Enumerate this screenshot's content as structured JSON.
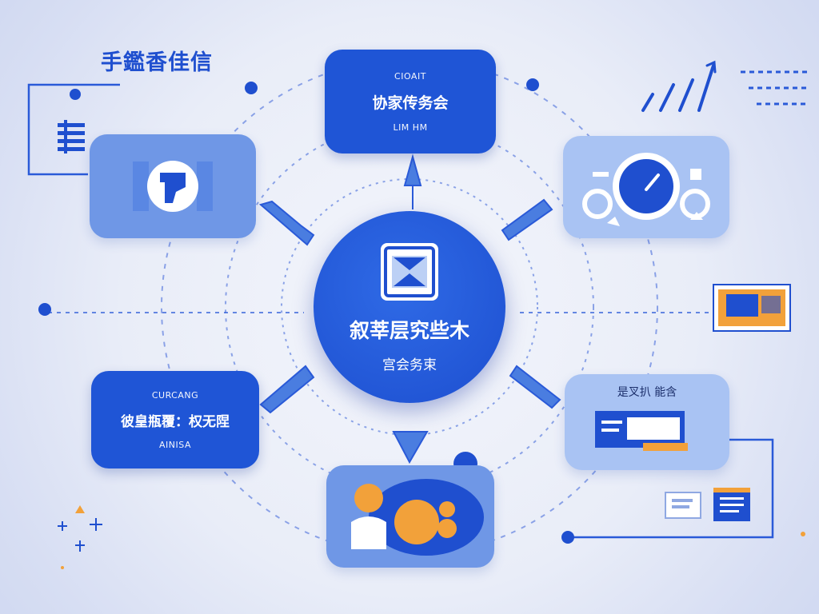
{
  "header": {
    "title": "手鑑香佳信"
  },
  "hub": {
    "title": "叙莘层究些木",
    "subtitle": "宫会务束"
  },
  "nodes": {
    "top": {
      "top_label": "CIOAIT",
      "main_label": "协家传务会",
      "bottom_label": "LIM HM"
    },
    "bottom_left": {
      "top_label": "CURCANG",
      "main_label": "彼皇瓶覆：权无陧",
      "bottom_label": "AINISA"
    },
    "bottom_right": {
      "label": "是叉扒 能含"
    }
  },
  "icons": [
    "document-icon",
    "doc-list-icon",
    "gauge-icon",
    "trend-chart-icon",
    "users-icon",
    "monitor-icon",
    "browser-window-icon",
    "sparkle-icon"
  ],
  "colors": {
    "primary": "#1f55d6",
    "light": "#8fb0ee",
    "accent": "#f2a13a",
    "line": "#2a5ad8",
    "text_dark": "#1c2f6b"
  }
}
